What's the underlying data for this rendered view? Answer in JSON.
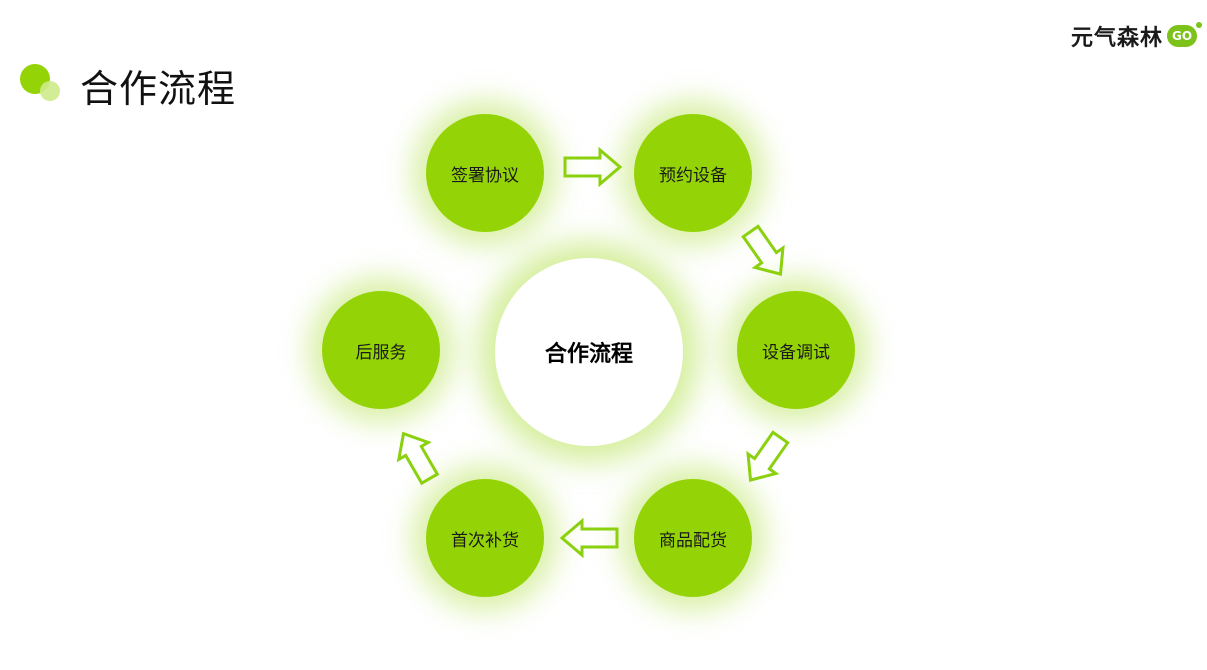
{
  "header": {
    "title": "合作流程"
  },
  "logo": {
    "text": "元气森林",
    "badge": "GO"
  },
  "diagram": {
    "center_label": "合作流程",
    "steps": [
      {
        "label": "签署协议"
      },
      {
        "label": "预约设备"
      },
      {
        "label": "设备调试"
      },
      {
        "label": "商品配货"
      },
      {
        "label": "首次补货"
      },
      {
        "label": "后服务"
      }
    ]
  },
  "colors": {
    "accent": "#94d406",
    "accent_light": "#cdeb8a",
    "arrow_stroke": "#8bd10f"
  }
}
